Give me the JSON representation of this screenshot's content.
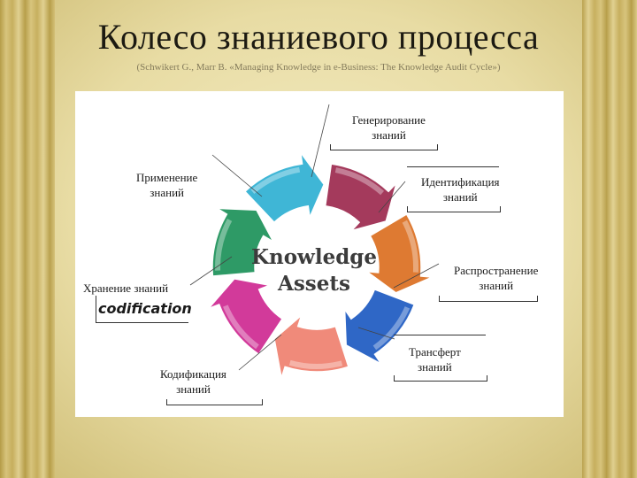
{
  "slide": {
    "title": "Колесо знаниевого процесса",
    "subtitle": "(Schwikert G., Marr B. «Managing Knowledge in e-Business: The Knowledge Audit Cycle»)"
  },
  "diagram": {
    "center": [
      "Knowledge",
      "Assets"
    ],
    "english_label": "codification",
    "stages": [
      {
        "label": [
          "Генерирование",
          "знаний"
        ],
        "color": "#a43a5c"
      },
      {
        "label": [
          "Идентификация",
          "знаний"
        ],
        "color": "#de7a32"
      },
      {
        "label": [
          "Распространение",
          "знаний"
        ],
        "color": "#2f67c6"
      },
      {
        "label": [
          "Трансферт",
          "знаний"
        ],
        "color": "#f08a7a"
      },
      {
        "label": [
          "Кодификация",
          "знаний"
        ],
        "color": "#d23a9a"
      },
      {
        "label": [
          "Хранение знаний"
        ],
        "color": "#2e9a66"
      },
      {
        "label": [
          "Применение",
          "знаний"
        ],
        "color": "#3fb6d6"
      }
    ]
  }
}
